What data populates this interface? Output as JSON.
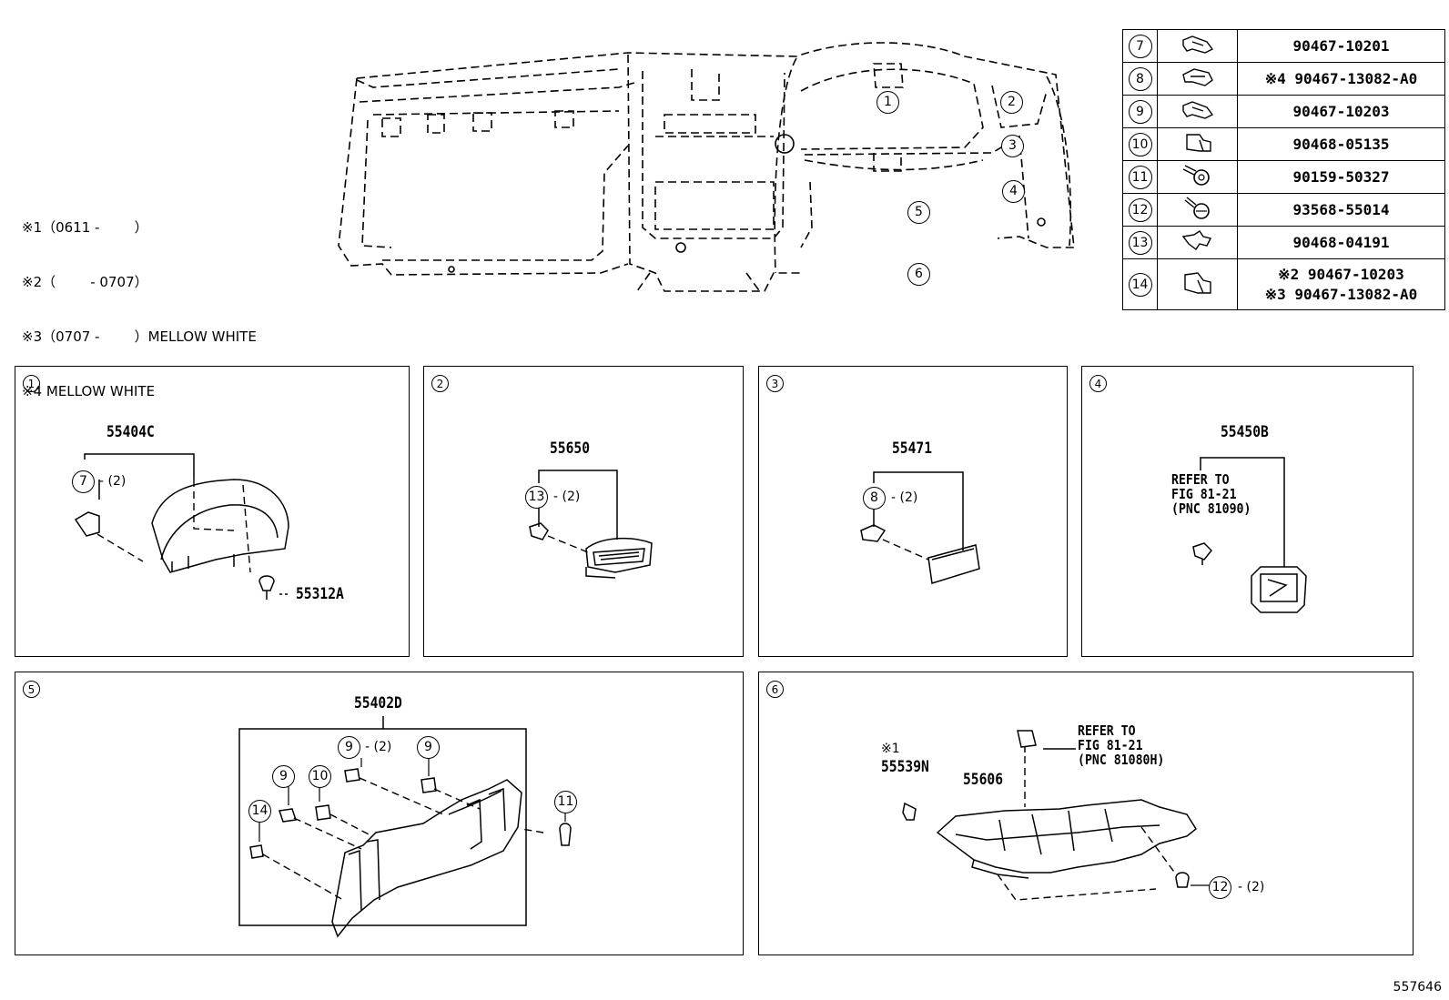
{
  "notes": [
    "※1（0611 -        ）",
    "※2（        - 0707）",
    "※3（0707 -        ）MELLOW WHITE",
    "※4 MELLOW WHITE"
  ],
  "overview_callouts": [
    "1",
    "2",
    "3",
    "4",
    "5",
    "6"
  ],
  "fastener_table": [
    {
      "ref": "7",
      "icon": "clip-icon",
      "parts": [
        "90467-10201"
      ]
    },
    {
      "ref": "8",
      "icon": "clip-icon",
      "parts": [
        "※4 90467-13082-A0"
      ]
    },
    {
      "ref": "9",
      "icon": "clip-icon",
      "parts": [
        "90467-10203"
      ]
    },
    {
      "ref": "10",
      "icon": "nut-clip-icon",
      "parts": [
        "90468-05135"
      ]
    },
    {
      "ref": "11",
      "icon": "screw-icon",
      "parts": [
        "90159-50327"
      ]
    },
    {
      "ref": "12",
      "icon": "screw-icon",
      "parts": [
        "93568-55014"
      ]
    },
    {
      "ref": "13",
      "icon": "clip-icon",
      "parts": [
        "90468-04191"
      ]
    },
    {
      "ref": "14",
      "icon": "nut-clip-icon",
      "parts": [
        "※2 90467-10203",
        "※3 90467-13082-A0"
      ]
    }
  ],
  "panels": [
    {
      "num": "1",
      "part": "55404C",
      "clip_ref": "7",
      "clip_qty": "- (2)",
      "part2": "55312A"
    },
    {
      "num": "2",
      "part": "55650",
      "clip_ref": "13",
      "clip_qty": "- (2)"
    },
    {
      "num": "3",
      "part": "55471",
      "clip_ref": "8",
      "clip_qty": "- (2)"
    },
    {
      "num": "4",
      "part": "55450B",
      "refer": "REFER TO\nFIG 81-21\n(PNC 81090)"
    },
    {
      "num": "5",
      "part": "55402D",
      "callouts": [
        "9",
        "9",
        "9",
        "10",
        "14",
        "11"
      ],
      "clip_qty": "- (2)"
    },
    {
      "num": "6",
      "part": "55606",
      "part2": "55539N",
      "part2_mark": "※1",
      "refer": "REFER TO\nFIG 81-21\n(PNC 81080H)",
      "screw_ref": "12",
      "screw_qty": "- (2)"
    }
  ],
  "figure_number": "557646"
}
